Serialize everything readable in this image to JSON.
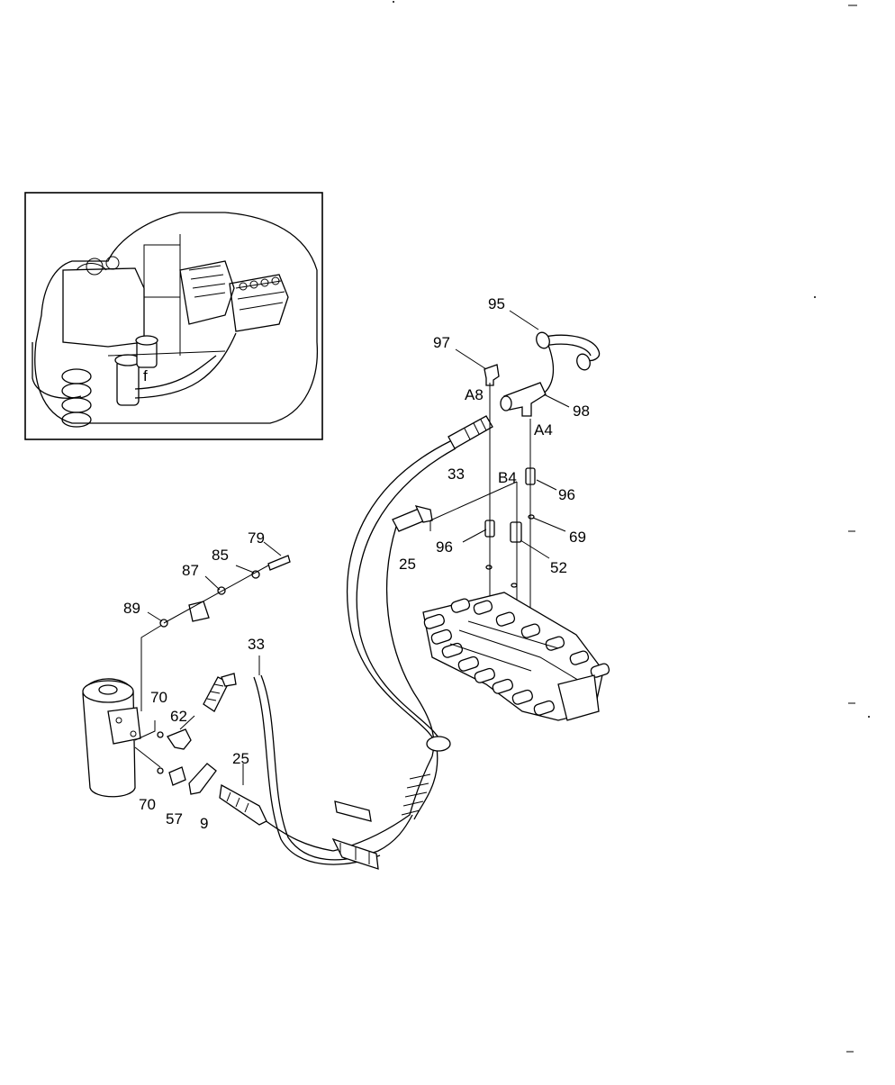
{
  "inset": {
    "detail_letter": "f"
  },
  "part_labels": {
    "p95": "95",
    "p97": "97",
    "p98": "98",
    "pA8": "A8",
    "pA4": "A4",
    "p33_top": "33",
    "pB4": "B4",
    "p96_right": "96",
    "p69": "69",
    "p25_top": "25",
    "p96_left": "96",
    "p52": "52",
    "p79": "79",
    "p85": "85",
    "p87": "87",
    "p89": "89",
    "p33_bottom": "33",
    "p70_top": "70",
    "p62": "62",
    "p25_bottom": "25",
    "p70_bottom": "70",
    "p57": "57",
    "p9": "9"
  }
}
